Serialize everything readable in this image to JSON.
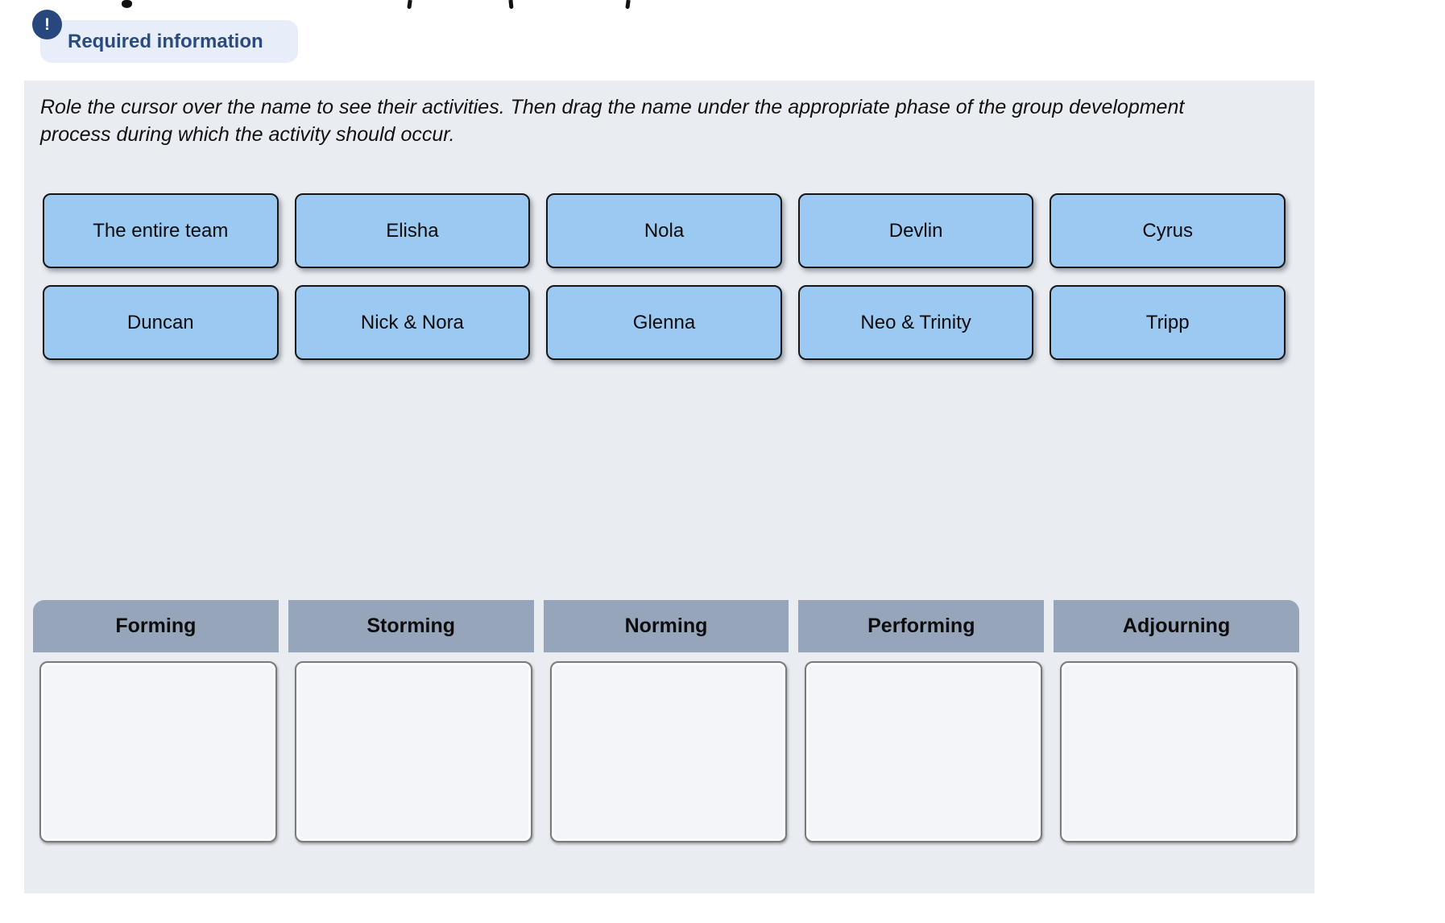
{
  "alert": {
    "icon": "exclamation-icon",
    "icon_glyph": "!",
    "label": "Required information"
  },
  "instructions": "Role the cursor over the name to see their activities. Then drag the name under the appropriate phase of the group development process during which the activity should occur.",
  "chips": [
    "The entire team",
    "Elisha",
    "Nola",
    "Devlin",
    "Cyrus",
    "Duncan",
    "Nick & Nora",
    "Glenna",
    "Neo & Trinity",
    "Tripp"
  ],
  "phases": [
    "Forming",
    "Storming",
    "Norming",
    "Performing",
    "Adjourning"
  ],
  "drop_zones": {
    "count": 5,
    "state": "empty"
  },
  "colors": {
    "chip_blue": "#9cc9f2",
    "phase_header_gray": "#97a5bb",
    "panel_background": "#e9edf2",
    "drop_zone_background": "#f3f5f9",
    "alert_badge_background": "#e8eef9",
    "alert_navy": "#27477d"
  }
}
